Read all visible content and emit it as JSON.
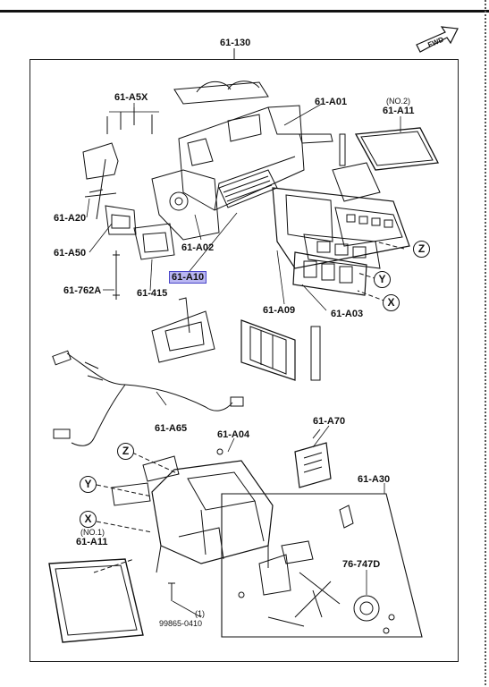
{
  "labels": {
    "main_assembly": "61-130",
    "a5x": "61-A5X",
    "a01": "61-A01",
    "a11_no2_qual": "(NO.2)",
    "a11_no2": "61-A11",
    "a20": "61-A20",
    "a50": "61-A50",
    "a02": "61-A02",
    "a10": "61-A10",
    "a762": "61-762A",
    "a415": "61-415",
    "a09": "61-A09",
    "a03": "61-A03",
    "a65": "61-A65",
    "a04": "61-A04",
    "a70": "61-A70",
    "a30": "61-A30",
    "a11_no1_qual": "(NO.1)",
    "a11_no1": "61-A11",
    "p747": "76-747D",
    "qty": "(1)",
    "screw": "99865-0410"
  },
  "callouts": {
    "z": "Z",
    "y": "Y",
    "x": "X"
  },
  "fwd_badge": "FWD",
  "colors": {
    "highlight_fill": "#b9b6f2",
    "highlight_border": "#4a46c9",
    "line": "#111111"
  }
}
